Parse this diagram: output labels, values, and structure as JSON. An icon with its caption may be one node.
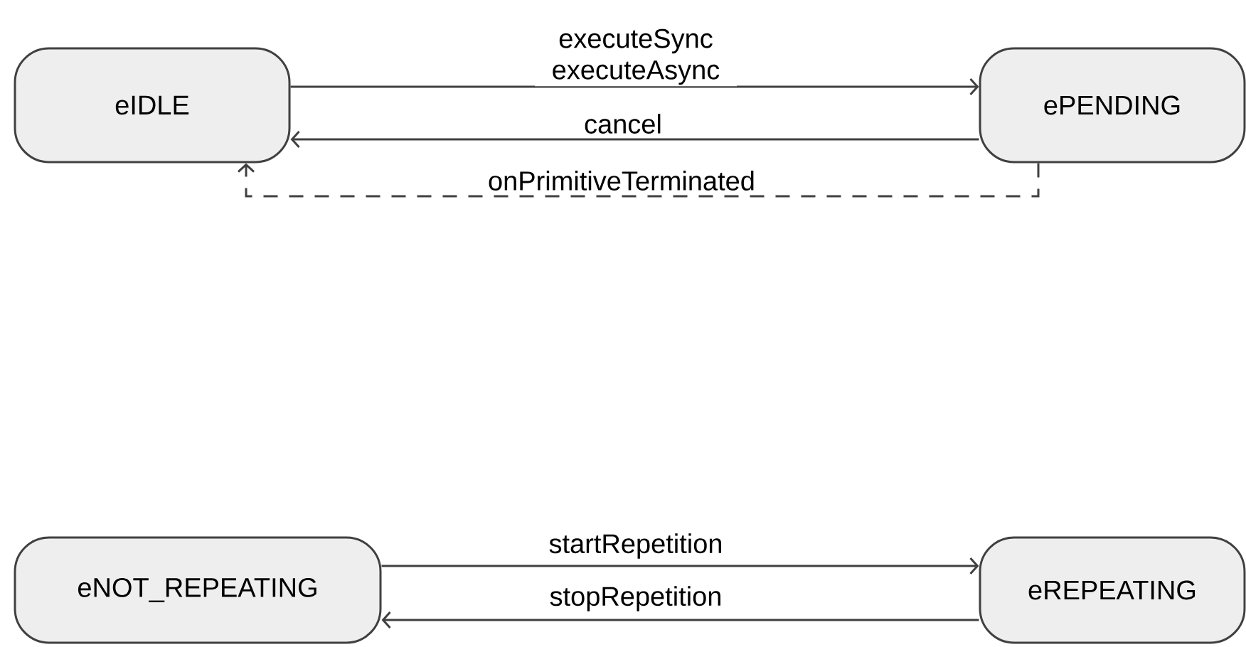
{
  "diagram": {
    "nodes": [
      {
        "text": [
          "eIDLE"
        ]
      },
      {
        "text": [
          "ePENDING"
        ]
      },
      {
        "text": [
          "eNOT_REPEATING"
        ]
      },
      {
        "text": [
          "eREPEATING"
        ]
      }
    ],
    "edges": [
      {
        "from": 0,
        "to": 1,
        "arrow": "to",
        "label": "executeSync executeAsync"
      },
      {
        "from": 1,
        "to": 0,
        "arrow": "to",
        "label": "cancel"
      },
      {
        "from": 1,
        "to": 0,
        "arrow": "to",
        "label": "onPrimitiveTerminated",
        "style": "dashed"
      },
      {
        "from": 2,
        "to": 3,
        "arrow": "to",
        "label": "startRepetition"
      },
      {
        "from": 3,
        "to": 2,
        "arrow": "to",
        "label": "stopRepetition"
      }
    ]
  }
}
